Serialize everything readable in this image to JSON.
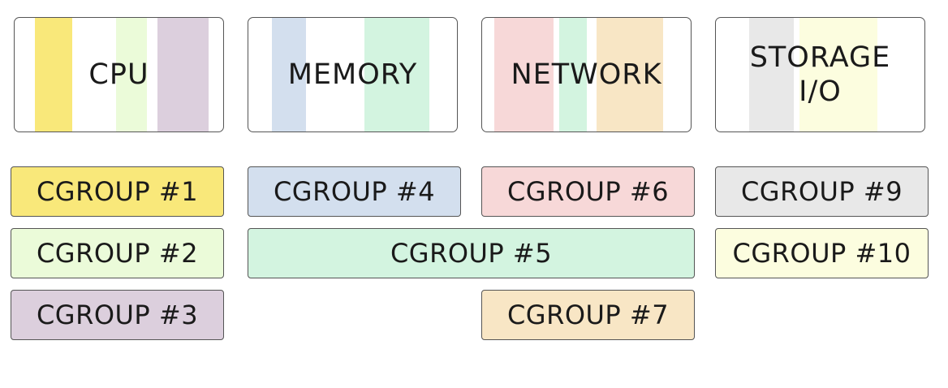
{
  "colors": {
    "cgroup_1": "#f9e87a",
    "cgroup_2": "#ebfbd9",
    "cgroup_3": "#dccfdd",
    "cgroup_4": "#d3dfee",
    "cgroup_5": "#d3f4e0",
    "cgroup_6": "#f7d8d8",
    "cgroup_7": "#f8e6c5",
    "cgroup_9": "#e8e8e8",
    "cgroup_10": "#fcfddf",
    "border": "#555555"
  },
  "resources": {
    "cpu": "CPU",
    "memory": "MEMORY",
    "network": "NETWORK",
    "storage": "STORAGE\nI/O"
  },
  "cgroups": {
    "c1": "CGROUP #1",
    "c2": "CGROUP #2",
    "c3": "CGROUP #3",
    "c4": "CGROUP #4",
    "c5": "CGROUP #5",
    "c6": "CGROUP #6",
    "c7": "CGROUP #7",
    "c9": "CGROUP #9",
    "c10": "CGROUP #10"
  }
}
